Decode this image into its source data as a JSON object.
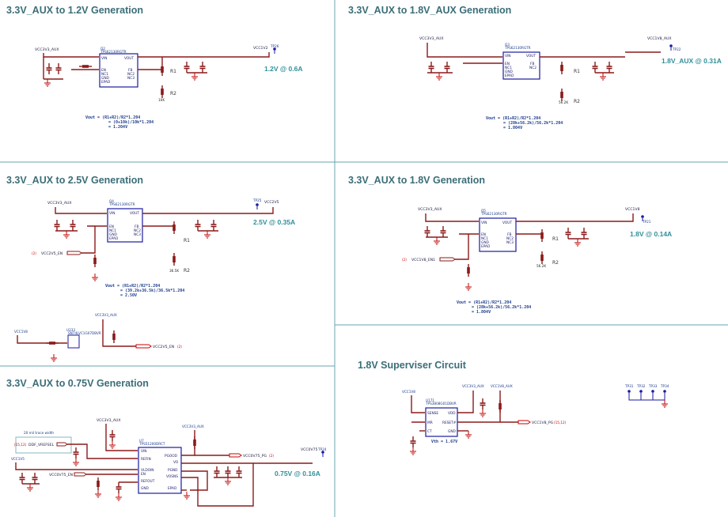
{
  "sections": {
    "s1": {
      "title": "3.3V_AUX to 1.2V Generation",
      "in_net": "VCC3V3_AUX",
      "out_net": "VCC1V2",
      "rail": "1.2V @ 0.6A",
      "ic_ref": "Q2",
      "ic_part": "TPS62130RGTR",
      "r1": "R1",
      "r2": "R2",
      "r2_val": "10K",
      "eq1": "Vout = (R1+R2)/R2*1.204",
      "eq2": "= (0+10k)/10k*1.204",
      "eq3": "= 1.204V",
      "tp": "TP26"
    },
    "s2": {
      "title": "3.3V_AUX to 1.8V_AUX Generation",
      "in_net": "VCC3V3_AUX",
      "out_net": "VCC1V8_AUX",
      "rail": "1.8V_AUX @ 0.31A",
      "ic_ref": "Q3",
      "ic_part": "TPS62130RGTR",
      "r1": "R1",
      "r2": "R2",
      "r2_val": "56.2K",
      "eq1": "Vout = (R1+R2)/R2*1.204",
      "eq2": "= (28k+56.2k)/56.2k*1.204",
      "eq3": "= 1.804V",
      "tp": "TP22"
    },
    "s3": {
      "title": "3.3V_AUX to 2.5V Generation",
      "in_net": "VCC3V3_AUX",
      "out_net": "VCC2V5",
      "rail": "2.5V @ 0.35A",
      "ic_ref": "Q4",
      "ic_part": "TPS62130RGTR",
      "r1": "R1",
      "r2": "R2",
      "r2_val": "36.5K",
      "en_net": "VCC2V5_EN",
      "en_flag": "(2)",
      "eq1": "Vout = (R1+R2)/R2*1.204",
      "eq2": "= (39.2k+36.5k)/36.5k*1.204",
      "eq3": "= 2.50V",
      "tp": "TP25"
    },
    "s4": {
      "title": "3.3V_AUX to 1.8V Generation",
      "in_net": "VCC3V3_AUX",
      "out_net": "VCC1V8",
      "rail": "1.8V @ 0.14A",
      "ic_ref": "Q5",
      "ic_part": "TPS62130RGTR",
      "r1": "R1",
      "r2": "R2",
      "r2_val": "56.2K",
      "en_net": "VCC1V8_EN1",
      "en_flag": "(2)",
      "eq1": "Vout = (R1+R2)/R2*1.204",
      "eq2": "= (28k+56.2k)/56.2k*1.204",
      "eq3": "= 1.804V",
      "tp": "TP21"
    },
    "s5": {
      "title": "3.3V_AUX to 0.75V Generation",
      "in_net": "VCC3V3_AUX",
      "out_net": "VCC0V75",
      "rail": "0.75V @ 0.16A",
      "ic_ref": "U7",
      "ic_part": "TPS51200DRCT",
      "trace_note": "20 mil trace width",
      "ref_net": "DDF_VREFSEL",
      "ref_flag": "(15,12)",
      "en_net": "VCC0V75_EN",
      "pg_net": "VCC0V75_PG",
      "pg_flag": "(2)",
      "vin_net": "VCC1V5",
      "tp": "TP24",
      "pins_left": [
        "VIN",
        "REFIN",
        "VLDOIN",
        "EN",
        "REFOUT",
        "GND"
      ],
      "pins_right": [
        "PGOOD",
        "VO",
        "PGND",
        "VOSNS",
        "EPAD"
      ]
    },
    "s6": {
      "title": "1.8V Superviser Circuit",
      "in_net1": "VCC1V8",
      "in_net2": "VCC3V3_AUX",
      "in_net3": "VCC1V8_AUX",
      "ic_ref": "U171",
      "ic_part": "TPS3808G01DBVR",
      "out_net": "VCC1V8_PG",
      "out_flag": "(15,12)",
      "vth": "Vth = 1.67V",
      "pins_left": [
        "SENSE",
        "MR",
        "CT"
      ],
      "pins_right": [
        "VDD",
        "RESET#",
        "GND"
      ],
      "tps": [
        "TP31",
        "TP32",
        "TP33",
        "TP34"
      ]
    },
    "aux": {
      "in_net": "VCC3V3_AUX",
      "src_net": "VCC1V8",
      "ic_ref": "U233",
      "ic_part": "SN74LVC1G07DBVR",
      "out_net": "VCC2V5_EN",
      "out_flag": "(2)"
    }
  },
  "ic_pins_left": [
    "VIN",
    "EN",
    "NC1",
    "GND",
    "EPAD"
  ],
  "ic_pins_right": [
    "VOUT",
    "FB",
    "NC2",
    "NC3"
  ],
  "colors": {
    "wire": "#8b1a1a",
    "ic": "#1a1aa0",
    "title": "#3b6e78",
    "rail": "#2f8f9a",
    "divider": "#6aa6b0",
    "ground": "#c00000"
  }
}
